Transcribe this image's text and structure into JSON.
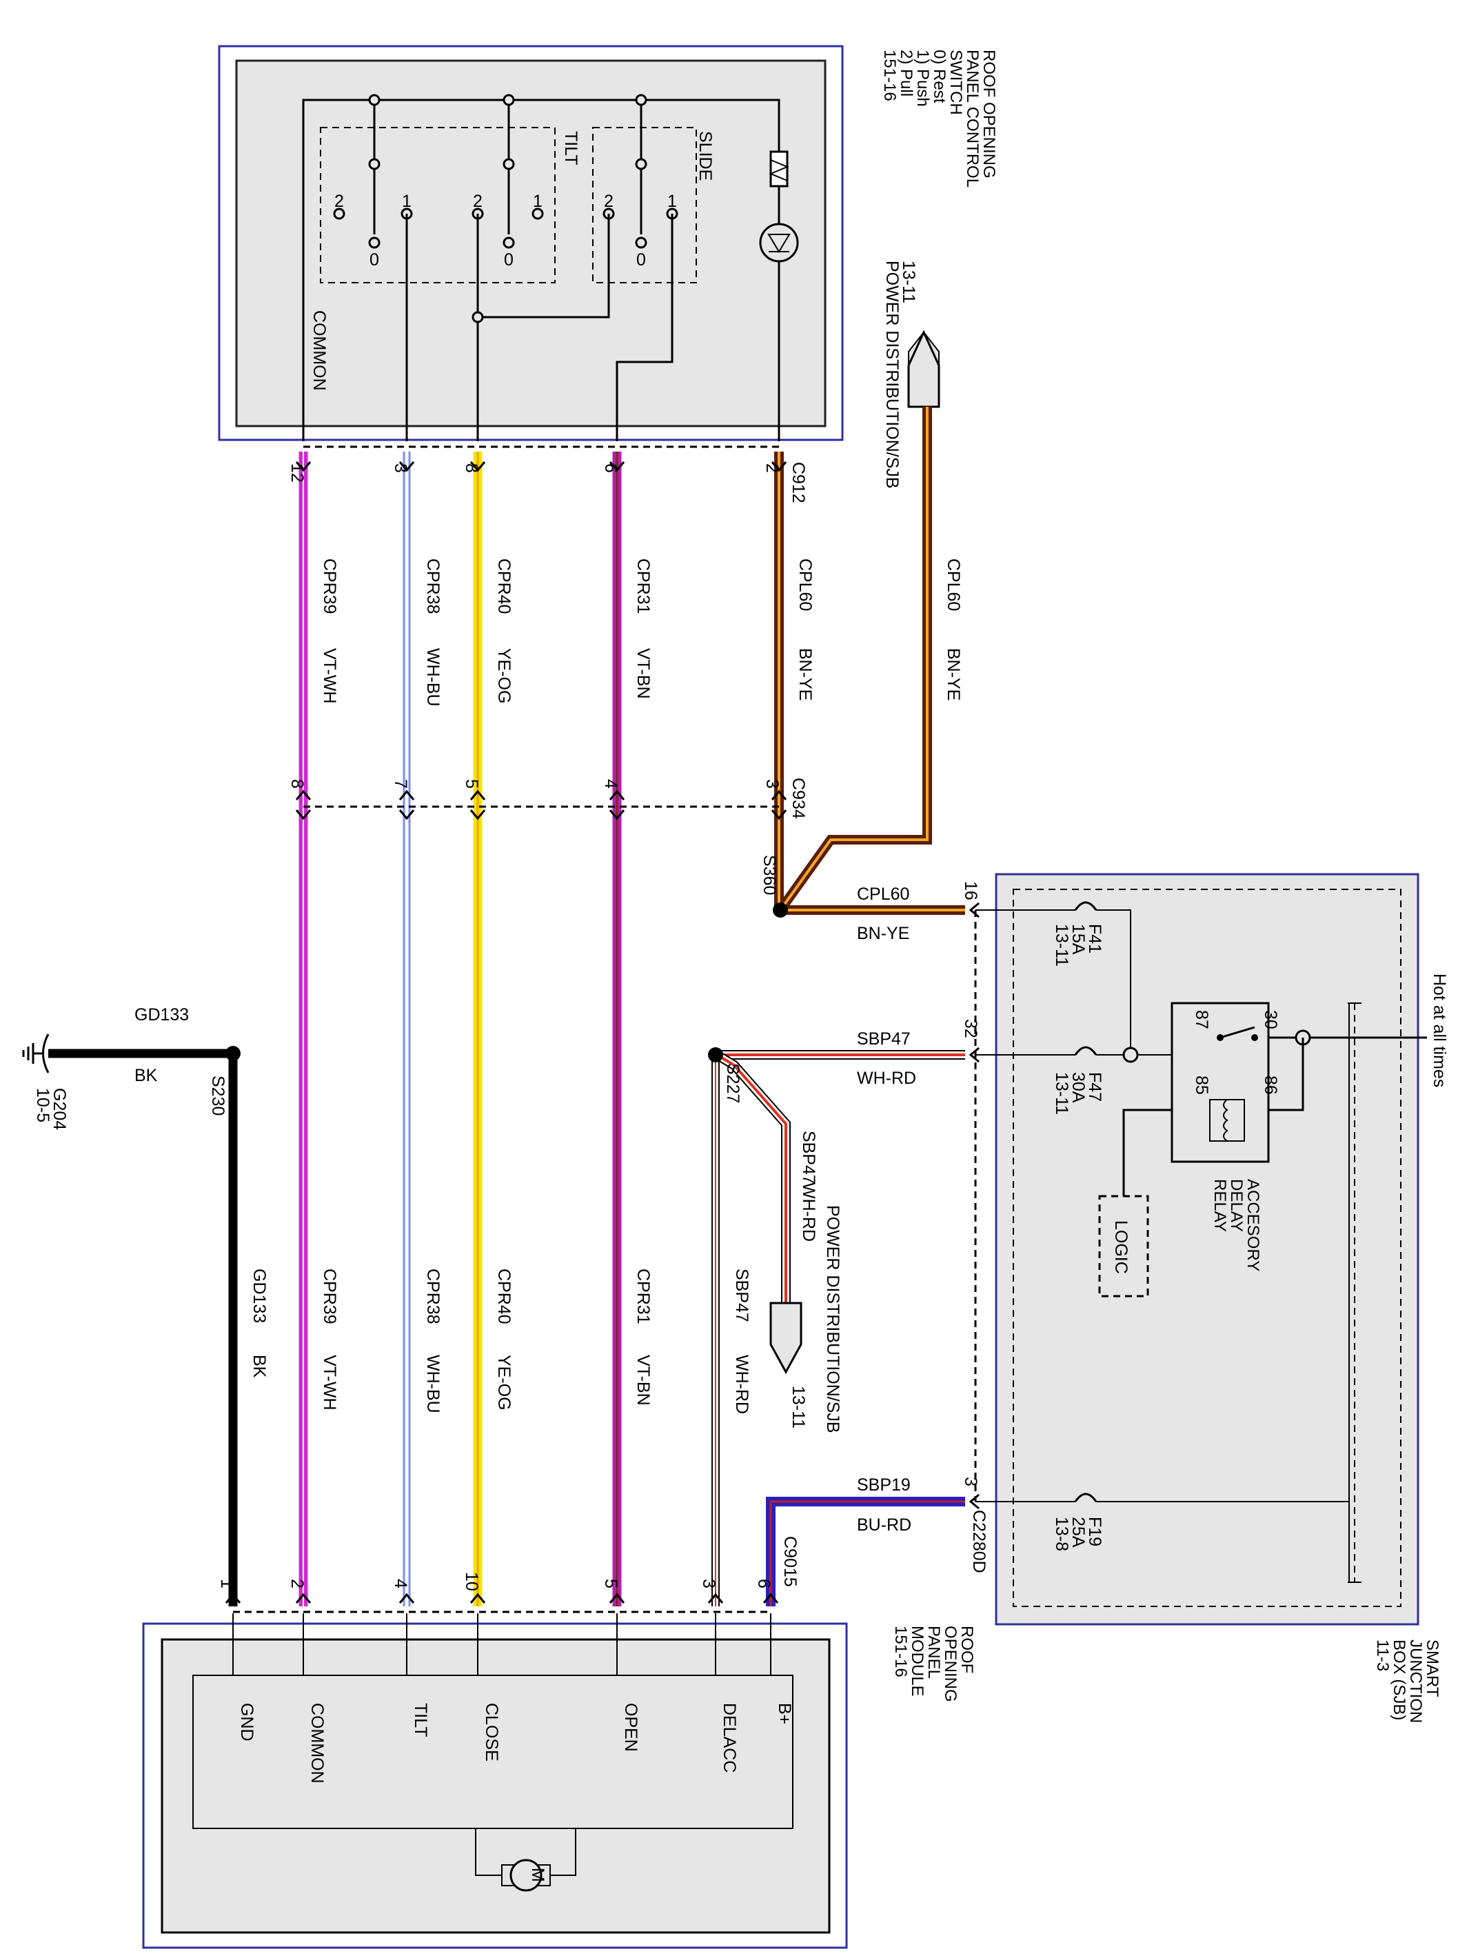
{
  "switch_title": [
    "ROOF OPENING",
    "PANEL CONTROL",
    "SWITCH",
    "0) Rest",
    "1) Push",
    "2) Pull",
    "151-16"
  ],
  "switch_labels": {
    "slide": "SLIDE",
    "tilt": "TILT",
    "common": "COMMON",
    "pos0": "0",
    "pos1": "1",
    "pos2": "2"
  },
  "module_title": [
    "ROOF",
    "OPENING",
    "PANEL",
    "MODULE",
    "151-16"
  ],
  "module_pins": {
    "b_plus": "B+",
    "delacc": "DELACC",
    "open": "OPEN",
    "close": "CLOSE",
    "tilt": "TILT",
    "common": "COMMON",
    "gnd": "GND",
    "motor": "M"
  },
  "sjb_title": [
    "SMART",
    "JUNCTION",
    "BOX (SJB)",
    "11-3"
  ],
  "sjb": {
    "hot_label": "Hot at all times",
    "relay_title": [
      "ACCESORY",
      "DELAY",
      "RELAY"
    ],
    "relay_pins": {
      "p30": "30",
      "p87": "87",
      "p85": "85",
      "p86": "86"
    },
    "logic": "LOGIC",
    "fuses": {
      "f41": [
        "F41",
        "15A",
        "13-11"
      ],
      "f47": [
        "F47",
        "30A",
        "13-11"
      ],
      "f19": [
        "F19",
        "25A",
        "13-8"
      ]
    }
  },
  "connectors": {
    "c912": "C912",
    "c934": "C934",
    "c9015": "C9015",
    "c2280d": "C2280D",
    "s360": "S360",
    "s227": "S227",
    "s230": "S230",
    "g204": [
      "G204",
      "10-5"
    ]
  },
  "pins": {
    "c912": {
      "cpl60": "2",
      "cpr31": "6",
      "cpr40": "8",
      "cpr38": "3",
      "cpr39": "12"
    },
    "c934": {
      "cpl60": "3",
      "cpr31": "4",
      "cpr40": "5",
      "cpr38": "7",
      "cpr39": "8"
    },
    "c9015": {
      "sbp19": "6",
      "sbp47": "3",
      "cpr31": "5",
      "cpr40": "10",
      "cpr38": "4",
      "cpr39": "2",
      "gd133": "1"
    },
    "sjb": {
      "cpl60": "16",
      "sbp47": "32",
      "sbp19": "3"
    }
  },
  "power_dist": {
    "top": [
      "13-11",
      "POWER DISTRIBUTION/SJB"
    ],
    "mid": [
      "POWER DISTRIBUTION/SJB",
      "13-11"
    ]
  },
  "wires": {
    "cpl60": {
      "circuit": "CPL60",
      "color": "BN-YE",
      "hex1": "#5a1e0a",
      "hex2": "#f4a526"
    },
    "cpr31": {
      "circuit": "CPR31",
      "color": "VT-BN",
      "hex1": "#b31fb0",
      "hex2": "#7a2a10"
    },
    "cpr40": {
      "circuit": "CPR40",
      "color": "YE-OG",
      "hex1": "#f2e600",
      "hex2": "#f5a000"
    },
    "cpr38": {
      "circuit": "CPR38",
      "color": "WH-BU",
      "hex1": "#ffffff",
      "hex2": "#7a8cff"
    },
    "cpr39": {
      "circuit": "CPR39",
      "color": "VT-WH",
      "hex1": "#d02ad0",
      "hex2": "#ffffff"
    },
    "sbp47": {
      "circuit": "SBP47",
      "color": "WH-RD",
      "hex1": "#ffffff",
      "hex2": "#e03020"
    },
    "sbp19": {
      "circuit": "SBP19",
      "color": "BU-RD",
      "hex1": "#2a1fc0",
      "hex2": "#c02020"
    },
    "gd133": {
      "circuit": "GD133",
      "color": "BK",
      "hex1": "#000000",
      "hex2": "#000000"
    }
  },
  "colors": {
    "frame_blue": "#3030a0",
    "box_fill": "#e6e6e6"
  }
}
